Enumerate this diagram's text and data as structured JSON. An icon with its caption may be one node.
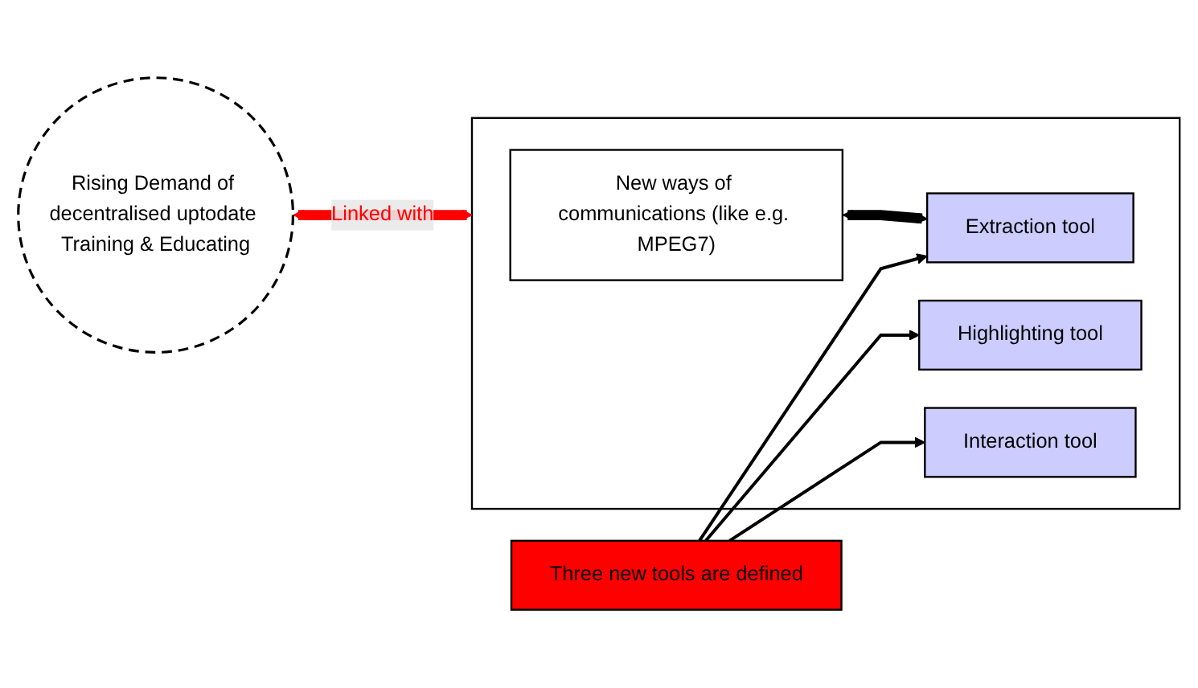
{
  "diagram": {
    "nodes": [
      {
        "text": [
          "Rising Demand of decentralised uptodate Training & Educating"
        ]
      },
      {
        "text": [],
        "shape": "box"
      },
      {
        "text": [
          "New ways of communications (like e.g. MPEG7)"
        ],
        "in": 1
      },
      {
        "text": [
          "Extraction tool"
        ],
        "in": 1
      },
      {
        "text": [
          "Highlighting tool"
        ],
        "in": 1
      },
      {
        "text": [
          "Interaction tool"
        ],
        "in": 1
      },
      {
        "text": [
          "Three new tools are defined"
        ]
      }
    ],
    "edges": [
      {
        "from": 0,
        "to": 1,
        "arrow": "both",
        "label": "Linked with",
        "style": "thick",
        "color": "#ff0000"
      },
      {
        "from": 2,
        "to": 3,
        "arrow": "both",
        "style": "thick"
      },
      {
        "from": 6,
        "to": 3,
        "arrow": "to"
      },
      {
        "from": 6,
        "to": 4,
        "arrow": "to"
      },
      {
        "from": 6,
        "to": 5,
        "arrow": "to"
      }
    ]
  }
}
